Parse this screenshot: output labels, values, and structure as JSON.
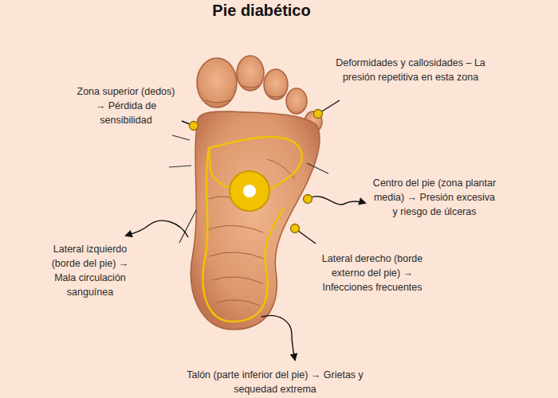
{
  "diagram": {
    "title": "Pie diabético",
    "labels": [
      "Zona superior (dedos) → Pérdida de sensibilidad",
      "Deformidades y callosidades – La presión repetitiva en esta zona",
      "Centro del pie (zona plantar media) → Presión excesiva y riesgo de úlceras",
      "Lateral izquierdo (borde del pie) → Mala circulación sanguínea",
      "Lateral derecho (borde externo del pie) → Infecciones frecuentes",
      "Talón (parte inferior del pie) → Grietas y sequedad extrema"
    ]
  }
}
